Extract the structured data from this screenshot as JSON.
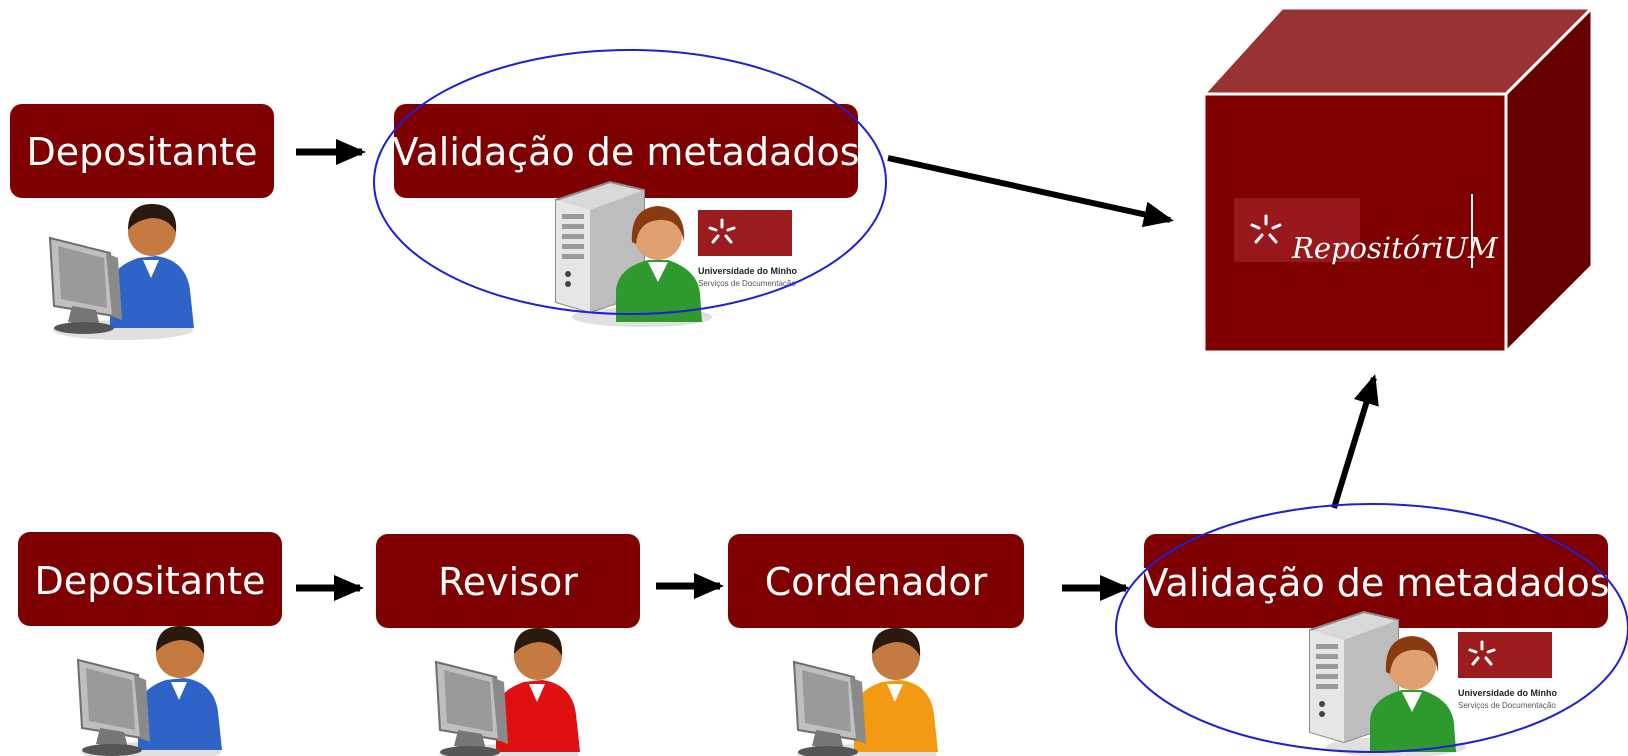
{
  "top_row": {
    "depositante": "Depositante",
    "validacao": "Validação de metadados"
  },
  "bottom_row": {
    "depositante": "Depositante",
    "revisor": "Revisor",
    "cordenador": "Cordenador",
    "validacao": "Validação de metadados"
  },
  "logo": {
    "title": "Universidade do Minho",
    "subtitle": "Serviços de Documentação"
  },
  "repository": {
    "name": "RepositóriUM"
  },
  "colors": {
    "node_fill": "#7f0000",
    "node_text": "#ffffff",
    "arrow": "#000000",
    "highlight_ellipse": "#1f1fd6",
    "cube_front": "#800000",
    "cube_top": "#993333",
    "cube_side": "#660000",
    "logo_red": "#9b1b1f"
  },
  "icons": {
    "user_computer": "person-at-computer-icon",
    "server_admin": "server-with-person-icon",
    "logo_mark": "uminho-star-icon"
  }
}
